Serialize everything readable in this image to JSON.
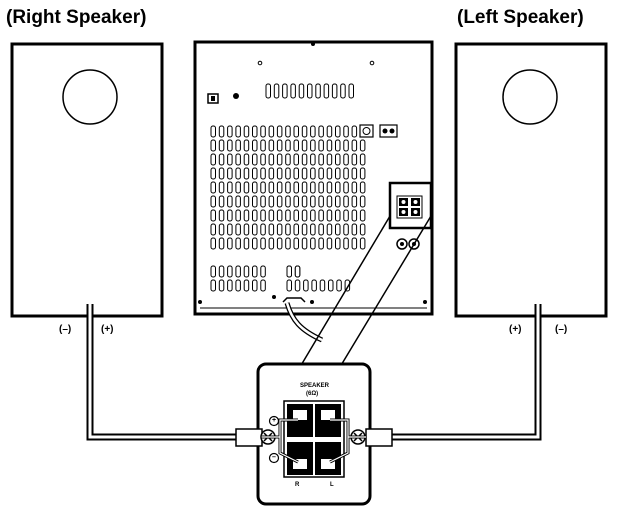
{
  "speakers": {
    "right_label": "(Right Speaker)",
    "left_label": "(Left Speaker)"
  },
  "polarity": {
    "right_minus": "(–)",
    "right_plus": "(+)",
    "left_plus": "(+)",
    "left_minus": "(–)"
  },
  "terminal": {
    "title": "SPEAKER",
    "impedance": "(6Ω)",
    "plus_symbol": "+",
    "minus_symbol": "–",
    "channel_r": "R",
    "channel_l": "L"
  }
}
